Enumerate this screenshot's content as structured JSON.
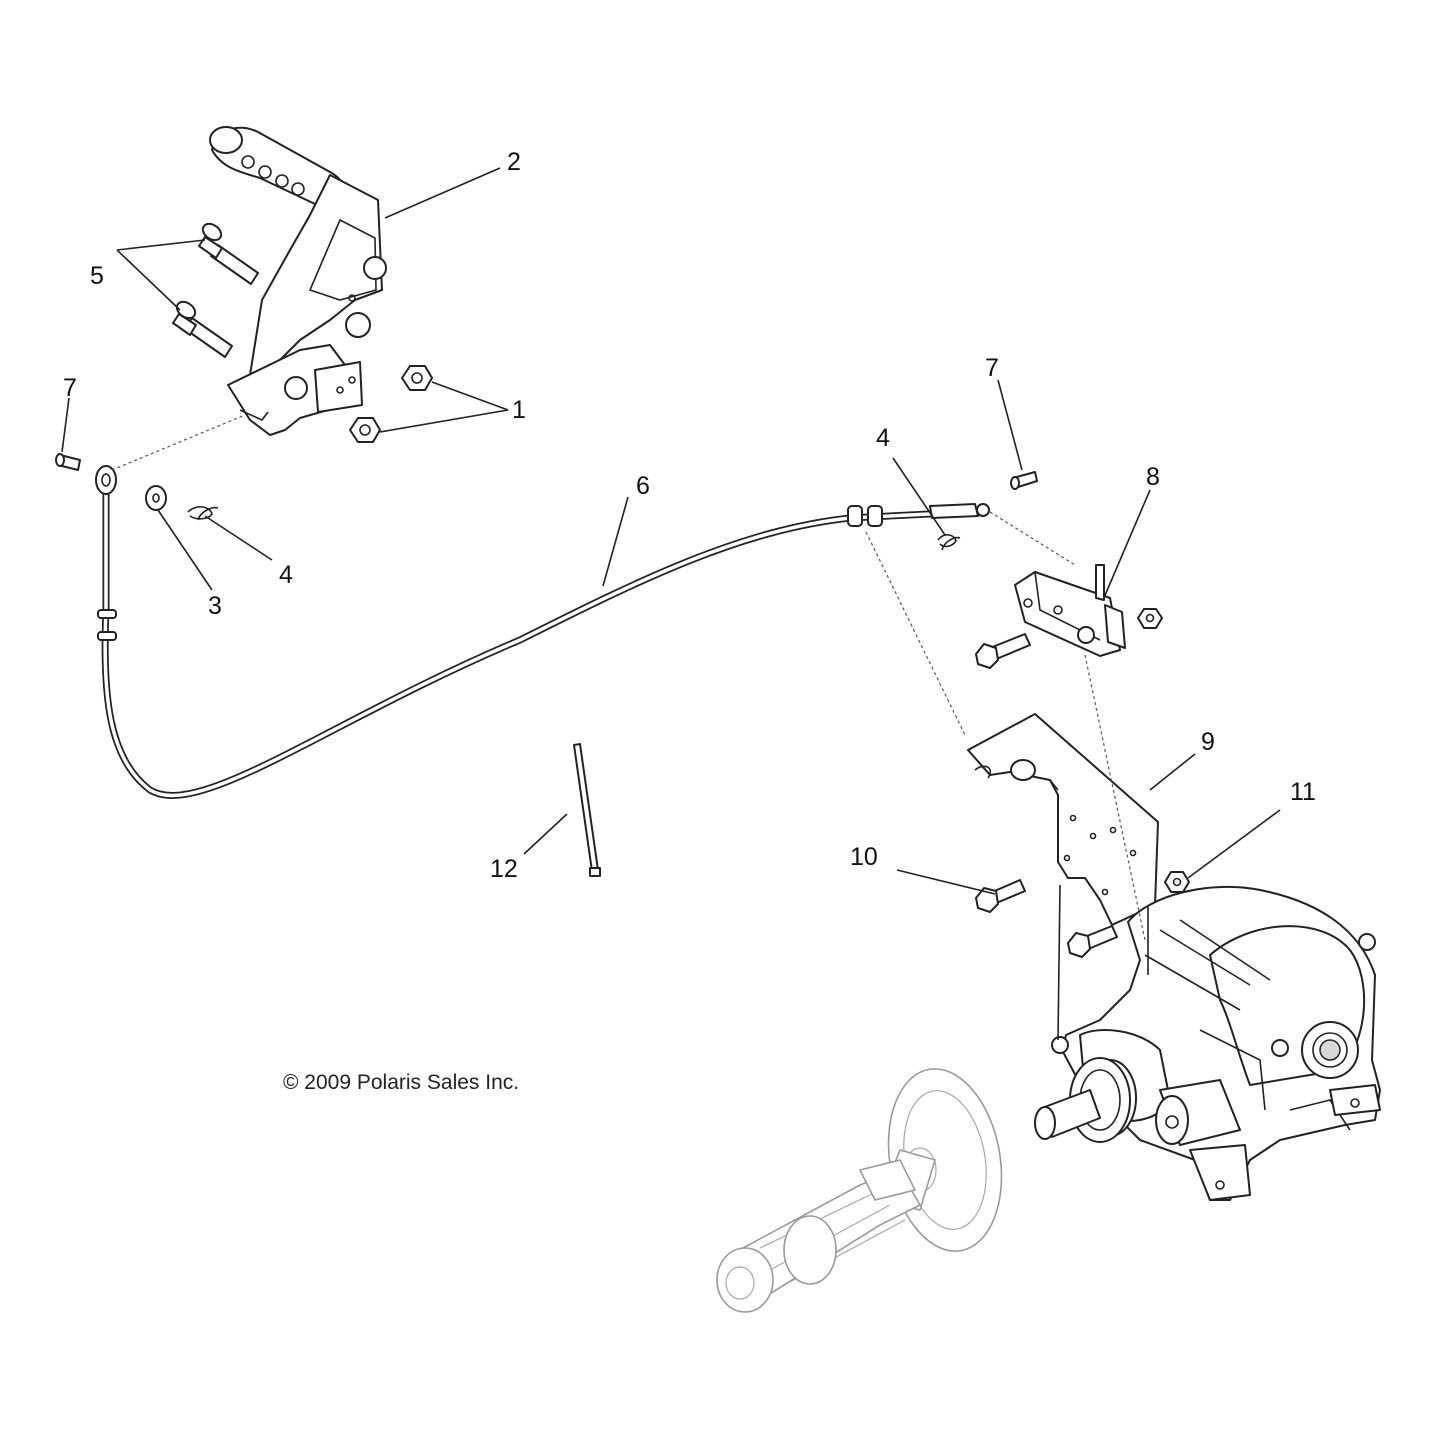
{
  "callouts": {
    "c1": "1",
    "c2": "2",
    "c3": "3",
    "c4a": "4",
    "c4b": "4",
    "c5": "5",
    "c6": "6",
    "c7a": "7",
    "c7b": "7",
    "c8": "8",
    "c9": "9",
    "c10": "10",
    "c11": "11",
    "c12": "12"
  },
  "copyright": "© 2009 Polaris Sales Inc."
}
